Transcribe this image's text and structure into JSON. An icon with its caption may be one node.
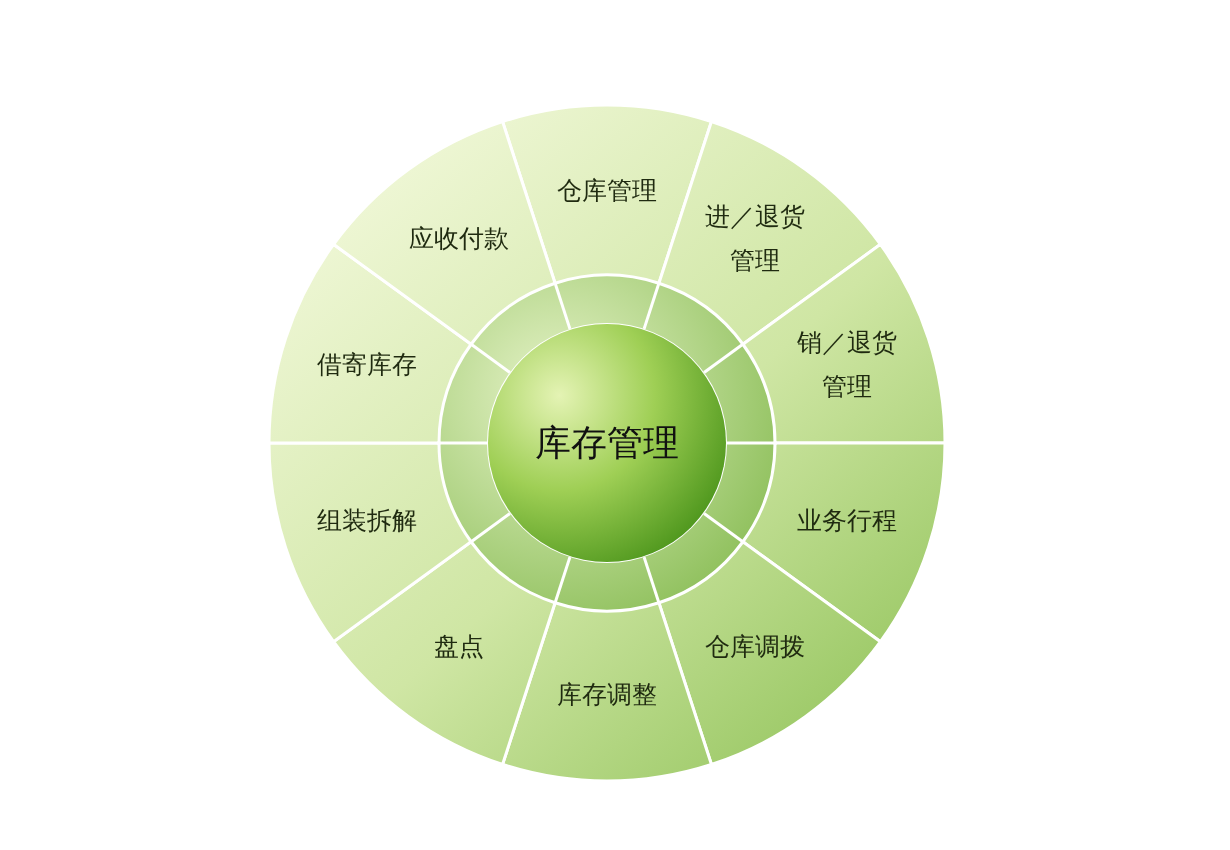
{
  "diagram": {
    "nodes": [
      {
        "text": [
          "库存管理"
        ]
      },
      {
        "text": [
          "仓库管理"
        ]
      },
      {
        "text": [
          "进／退货管理"
        ]
      },
      {
        "text": [
          "销／退货管理"
        ]
      },
      {
        "text": [
          "业务行程"
        ]
      },
      {
        "text": [
          "仓库调拨"
        ]
      },
      {
        "text": [
          "库存调整"
        ]
      },
      {
        "text": [
          "盘点"
        ]
      },
      {
        "text": [
          "组装拆解"
        ]
      },
      {
        "text": [
          "借寄库存"
        ]
      },
      {
        "text": [
          "应收付款"
        ]
      }
    ]
  }
}
